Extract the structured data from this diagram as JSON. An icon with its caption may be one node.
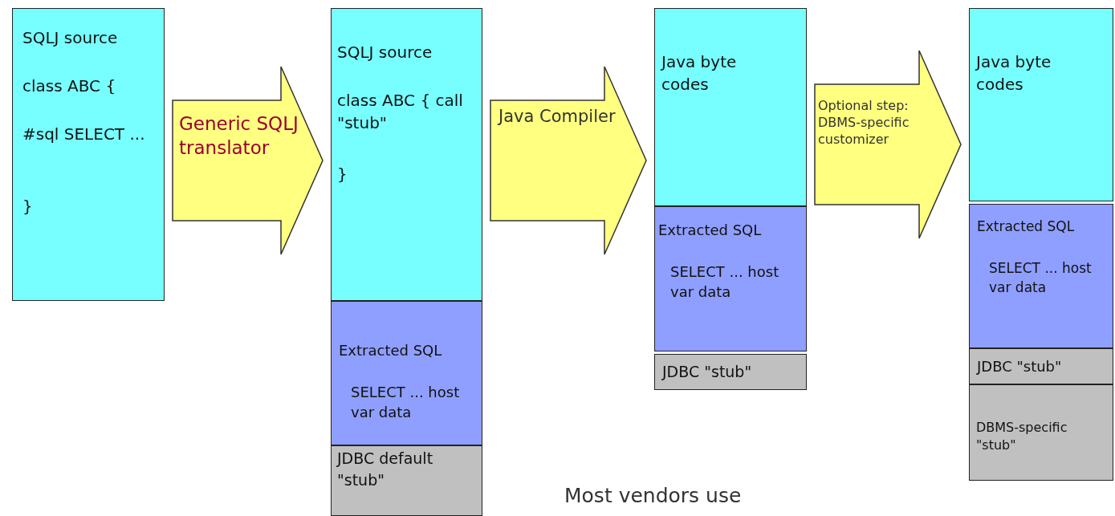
{
  "diagram": {
    "nodes": [
      {
        "text": [
          "SQLJ source",
          "class ABC {",
          "#sql SELECT ...",
          "}"
        ]
      },
      {
        "text": [
          "SQLJ source",
          "class ABC { call \"stub\"",
          "}"
        ]
      },
      {
        "text": [
          "Extracted SQL",
          "SELECT ... host var data"
        ]
      },
      {
        "text": [
          "JDBC default \"stub\""
        ]
      },
      {
        "text": [
          "Java byte codes"
        ]
      },
      {
        "text": [
          "Extracted SQL",
          "SELECT ... host var data"
        ]
      },
      {
        "text": [
          "JDBC \"stub\""
        ]
      },
      {
        "text": [
          "Java byte codes"
        ]
      },
      {
        "text": [
          "Extracted SQL",
          "SELECT ... host var data"
        ]
      },
      {
        "text": [
          "JDBC \"stub\""
        ]
      },
      {
        "text": [
          "DBMS-specific \"stub\""
        ]
      }
    ],
    "edges": [
      {
        "from": 0,
        "to": 1,
        "arrow": "to",
        "label": "Generic SQLJ translator",
        "style": "thick"
      },
      {
        "from": 1,
        "to": 4,
        "arrow": "to",
        "label": "Java Compiler",
        "style": "thick"
      },
      {
        "from": 4,
        "to": 7,
        "arrow": "to",
        "label": "Optional step: DBMS-specific customizer",
        "style": "thick"
      }
    ],
    "labels": [
      "Most vendors use"
    ]
  }
}
